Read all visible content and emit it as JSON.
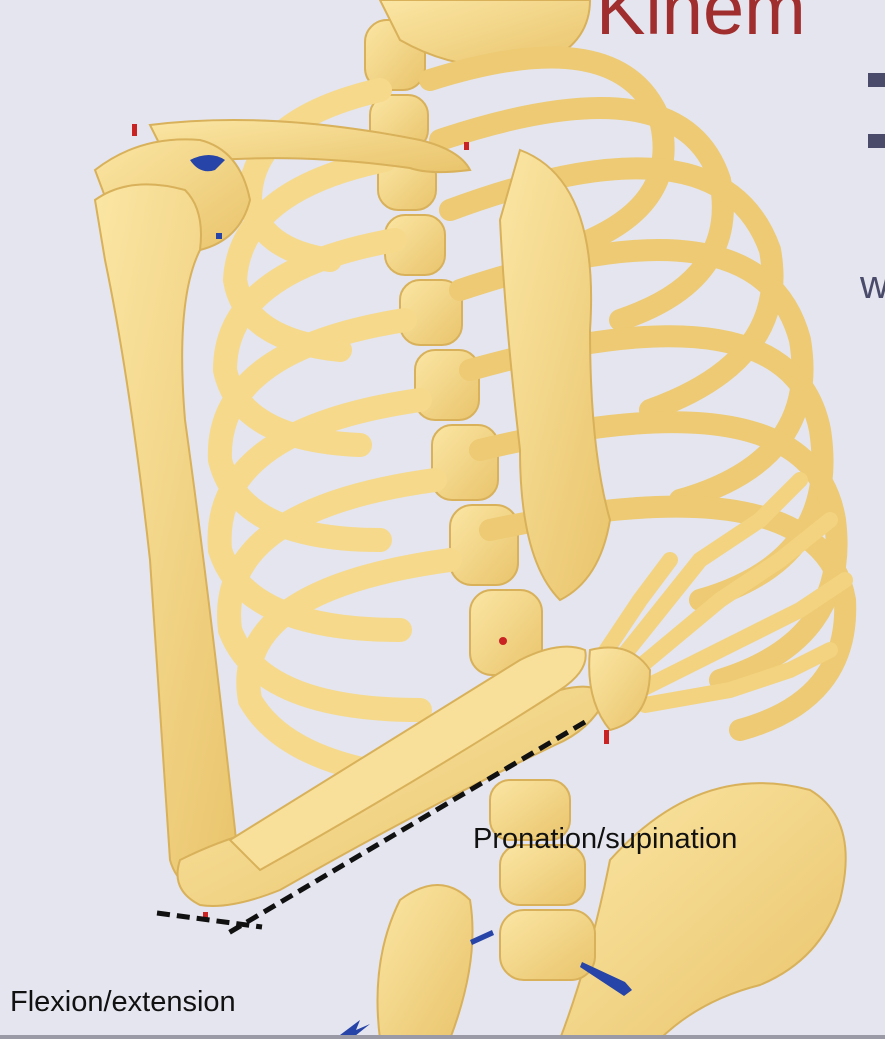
{
  "title": "Kinem",
  "side_letter": "w",
  "labels": {
    "pronation": "Pronation/supination",
    "flexion": "Flexion/extension"
  },
  "colors": {
    "background": "#e4e5ee",
    "bone": "#f6d98a",
    "bone_shade": "#e2bc62",
    "title": "#a12e2e",
    "bullet": "#4a4a6a",
    "marker_blue": "#2744a8",
    "marker_red": "#c92323",
    "axis_line": "#111111"
  }
}
